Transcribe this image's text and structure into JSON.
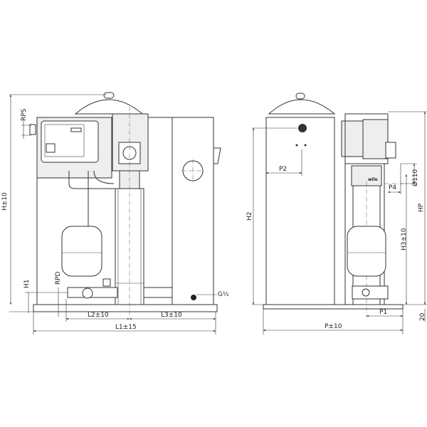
{
  "front_view": {
    "dim_height": "H±10",
    "dim_rps": "RPS",
    "dim_h1": "H1",
    "dim_rpd": "RPD",
    "drain_label": "G½",
    "dim_l2": "L2±10",
    "dim_l3": "L3±10",
    "dim_l1": "L1±15"
  },
  "side_view": {
    "dim_h2": "H2",
    "dim_p2": "P2",
    "dim_p4": "P4",
    "dim_diameter": "Ø110",
    "dim_h3": "H3±10",
    "dim_hp": "HP",
    "dim_p1": "P1",
    "dim_base": "20",
    "dim_p": "P±10",
    "logo": "wilo"
  }
}
